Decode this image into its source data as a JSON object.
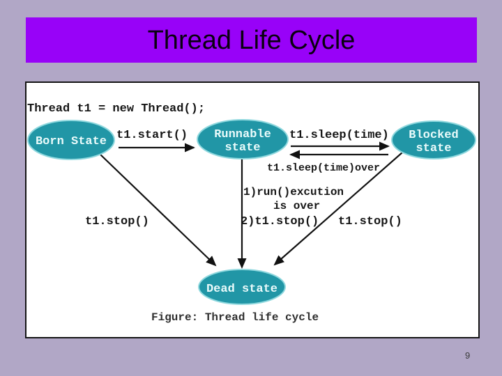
{
  "slide": {
    "title": "Thread Life Cycle",
    "page_number": "9"
  },
  "diagram": {
    "code_line": "Thread t1 = new Thread();",
    "caption": "Figure: Thread life cycle",
    "nodes": {
      "born": {
        "label": "Born State"
      },
      "runnable": {
        "line1": "Runnable",
        "line2": "state"
      },
      "blocked": {
        "line1": "Blocked",
        "line2": "state"
      },
      "dead": {
        "label": "Dead state"
      }
    },
    "edges": {
      "start": {
        "label": "t1.start()"
      },
      "sleep": {
        "label": "t1.sleep(time)"
      },
      "sleep_over": {
        "label": "t1.sleep(time)over"
      },
      "run_over_1": {
        "label": "1)run()excution"
      },
      "run_over_2": {
        "label": "is over"
      },
      "run_over_3": {
        "label": "2)t1.stop()"
      },
      "stop_left": {
        "label": "t1.stop()"
      },
      "stop_right": {
        "label": "t1.stop()"
      }
    },
    "colors": {
      "node_fill": "#2196A6",
      "node_rim": "#8FD8DE",
      "node_text": "#EAFBFB",
      "line": "#111111",
      "label_text": "#161616"
    }
  },
  "theme": {
    "background": "#B1A7C6",
    "header_bg": "#9802F8",
    "header_text": "#0A0011",
    "panel_bg": "#FFFFFF",
    "panel_border": "#141414"
  }
}
